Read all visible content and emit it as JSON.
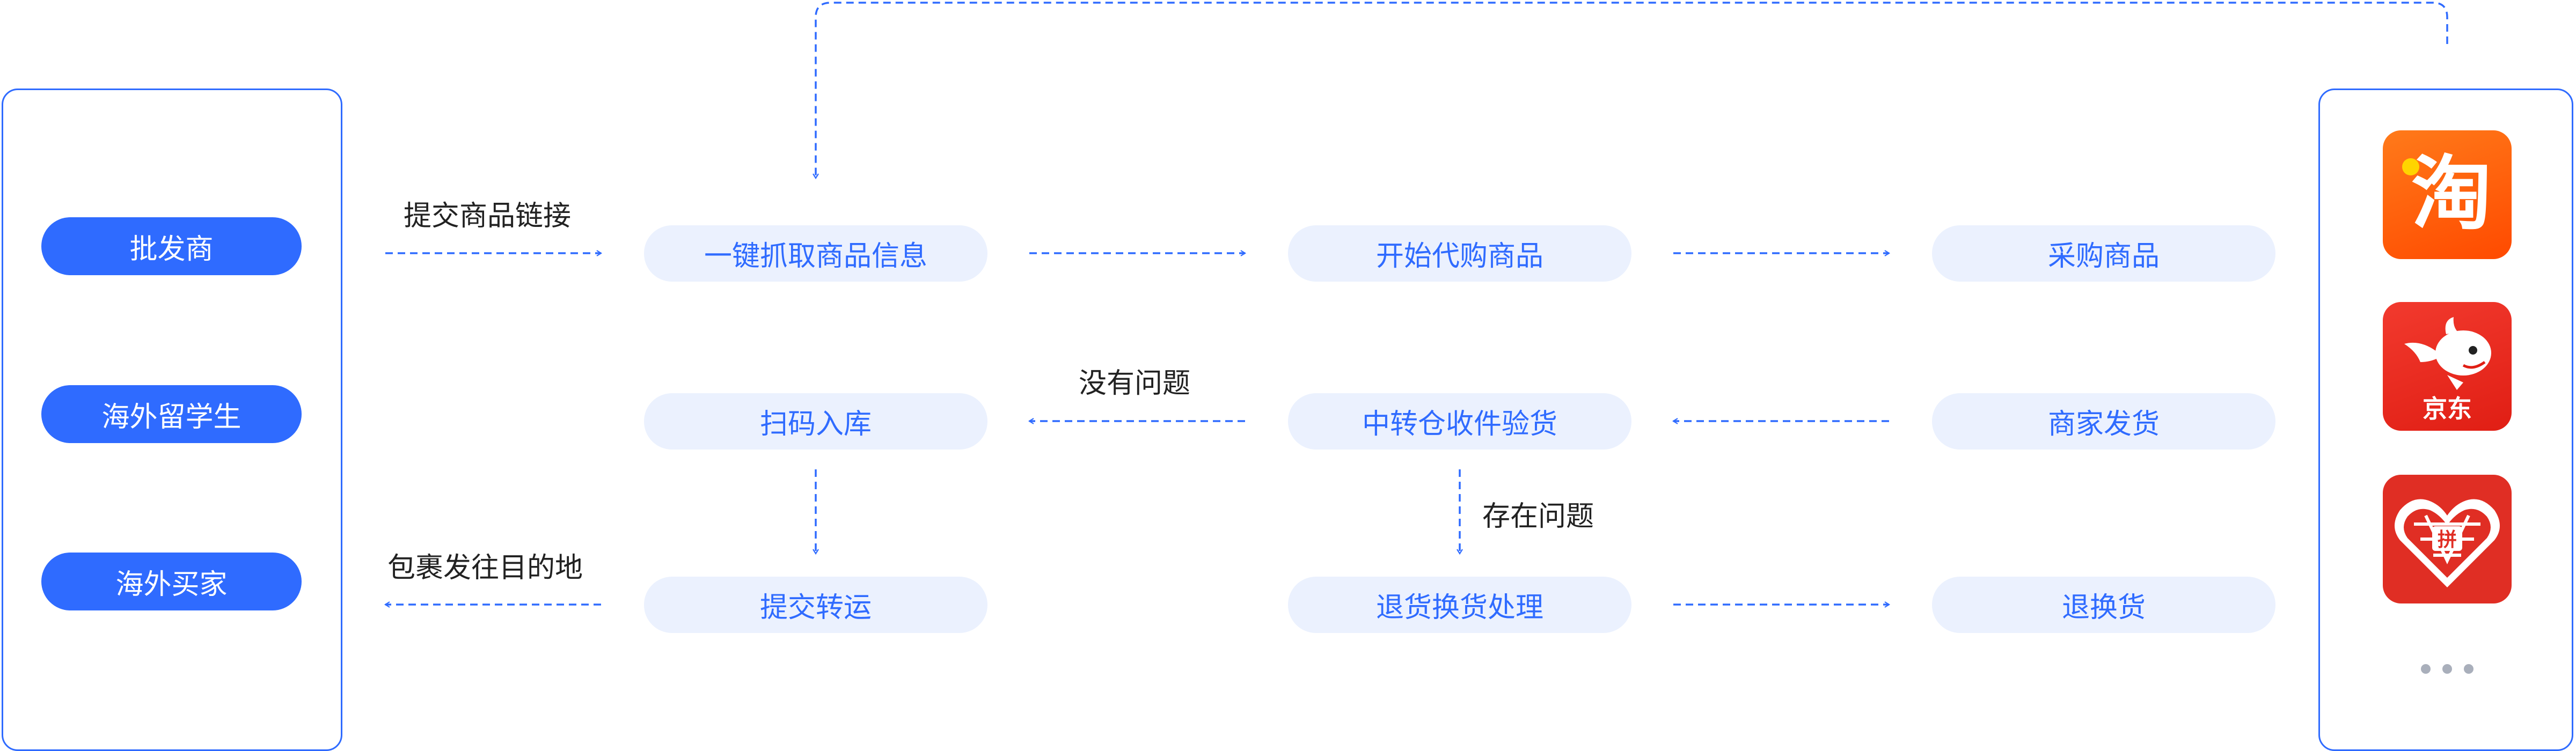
{
  "colors": {
    "accent": "#2F6BFF",
    "step_bg": "#EBF1FE",
    "text_dark": "#222222",
    "taobao": "#FF5A0A",
    "jd": "#E8231A",
    "pinduoduo": "#E02E24"
  },
  "roles": [
    {
      "label": "批发商"
    },
    {
      "label": "海外留学生"
    },
    {
      "label": "海外买家"
    }
  ],
  "steps": {
    "fetch": "一键抓取商品信息",
    "start_purchase": "开始代购商品",
    "purchase": "采购商品",
    "scan_in": "扫码入库",
    "inspect": "中转仓收件验货",
    "merchant_ship": "商家发货",
    "submit_transfer": "提交转运",
    "return_process": "退货换货处理",
    "return_exchange": "退换货"
  },
  "edge_labels": {
    "submit_link": "提交商品链接",
    "no_problem": "没有问题",
    "has_problem": "存在问题",
    "ship_destination": "包裹发往目的地"
  },
  "apps": [
    {
      "name": "taobao-icon",
      "glyph": "淘"
    },
    {
      "name": "jd-icon",
      "glyph": "京东"
    },
    {
      "name": "pinduoduo-icon",
      "glyph": "拼"
    }
  ],
  "more_icon": "ellipsis-icon"
}
